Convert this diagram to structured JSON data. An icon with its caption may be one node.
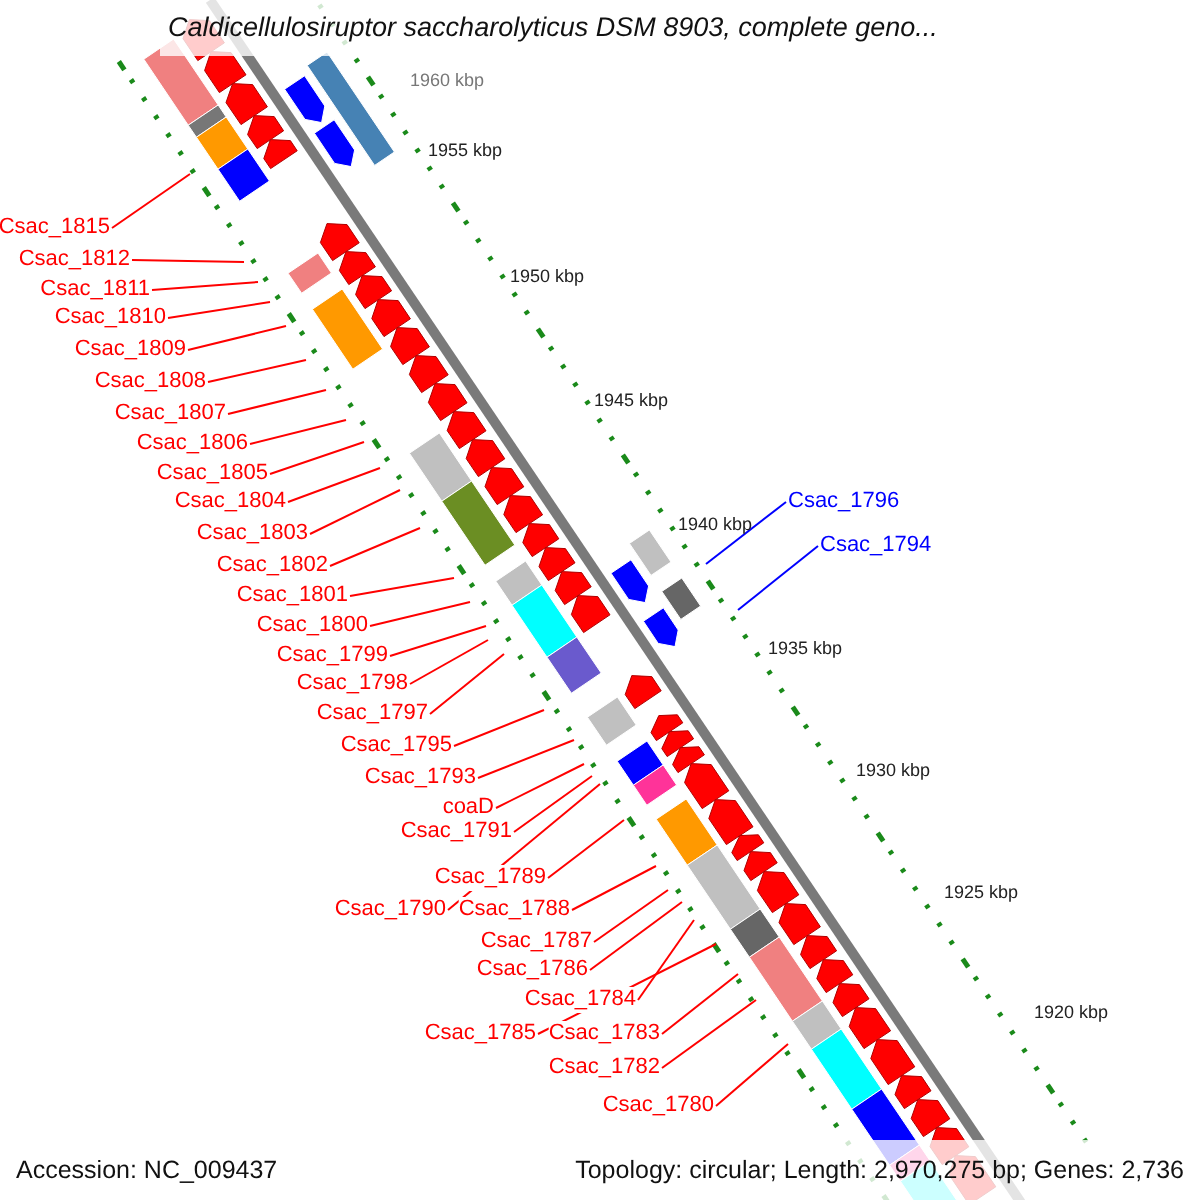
{
  "diagram": {
    "title": "Caldicellulosiruptor saccharolyticus DSM 8903, complete geno...",
    "nodes": [
      {
        "text": [
          "Csac_1815"
        ]
      },
      {
        "text": [
          "Csac_1812"
        ]
      },
      {
        "text": [
          "Csac_1811"
        ]
      },
      {
        "text": [
          "Csac_1810"
        ]
      },
      {
        "text": [
          "Csac_1809"
        ]
      },
      {
        "text": [
          "Csac_1808"
        ]
      },
      {
        "text": [
          "Csac_1807"
        ]
      },
      {
        "text": [
          "Csac_1806"
        ]
      },
      {
        "text": [
          "Csac_1805"
        ]
      },
      {
        "text": [
          "Csac_1804"
        ]
      },
      {
        "text": [
          "Csac_1803"
        ]
      },
      {
        "text": [
          "Csac_1802"
        ]
      },
      {
        "text": [
          "Csac_1801"
        ]
      },
      {
        "text": [
          "Csac_1800"
        ]
      },
      {
        "text": [
          "Csac_1799"
        ]
      },
      {
        "text": [
          "Csac_1798"
        ]
      },
      {
        "text": [
          "Csac_1797"
        ]
      },
      {
        "text": [
          "Csac_1795"
        ]
      },
      {
        "text": [
          "Csac_1793"
        ]
      },
      {
        "text": [
          "coaD"
        ]
      },
      {
        "text": [
          "Csac_1791"
        ]
      },
      {
        "text": [
          "Csac_1790"
        ]
      },
      {
        "text": [
          "Csac_1789"
        ]
      },
      {
        "text": [
          "Csac_1788"
        ]
      },
      {
        "text": [
          "Csac_1787"
        ]
      },
      {
        "text": [
          "Csac_1786"
        ]
      },
      {
        "text": [
          "Csac_1784"
        ]
      },
      {
        "text": [
          "Csac_1785"
        ]
      },
      {
        "text": [
          "Csac_1783"
        ]
      },
      {
        "text": [
          "Csac_1782"
        ]
      },
      {
        "text": [
          "Csac_1780"
        ]
      },
      {
        "text": [
          "Csac_1796"
        ]
      },
      {
        "text": [
          "Csac_1794"
        ]
      }
    ],
    "edges": [
      {
        "from": 0,
        "to": null,
        "arrow": "none"
      },
      {
        "from": 1,
        "to": null,
        "arrow": "none"
      },
      {
        "from": 2,
        "to": null,
        "arrow": "none"
      },
      {
        "from": 3,
        "to": null,
        "arrow": "none"
      },
      {
        "from": 4,
        "to": null,
        "arrow": "none"
      },
      {
        "from": 5,
        "to": null,
        "arrow": "none"
      },
      {
        "from": 6,
        "to": null,
        "arrow": "none"
      },
      {
        "from": 7,
        "to": null,
        "arrow": "none"
      },
      {
        "from": 8,
        "to": null,
        "arrow": "none"
      },
      {
        "from": 9,
        "to": null,
        "arrow": "none"
      },
      {
        "from": 10,
        "to": null,
        "arrow": "none"
      },
      {
        "from": 11,
        "to": null,
        "arrow": "none"
      },
      {
        "from": 12,
        "to": null,
        "arrow": "none"
      },
      {
        "from": 13,
        "to": null,
        "arrow": "none"
      },
      {
        "from": 14,
        "to": null,
        "arrow": "none"
      },
      {
        "from": 15,
        "to": null,
        "arrow": "none"
      },
      {
        "from": 16,
        "to": null,
        "arrow": "none"
      },
      {
        "from": 17,
        "to": null,
        "arrow": "none"
      },
      {
        "from": 18,
        "to": null,
        "arrow": "none"
      },
      {
        "from": 19,
        "to": null,
        "arrow": "none"
      },
      {
        "from": 20,
        "to": null,
        "arrow": "none"
      },
      {
        "from": 21,
        "to": null,
        "arrow": "none"
      },
      {
        "from": 22,
        "to": null,
        "arrow": "none"
      },
      {
        "from": 23,
        "to": null,
        "arrow": "none"
      },
      {
        "from": 24,
        "to": null,
        "arrow": "none"
      },
      {
        "from": 25,
        "to": null,
        "arrow": "none"
      },
      {
        "from": 26,
        "to": null,
        "arrow": "none"
      },
      {
        "from": 27,
        "to": null,
        "arrow": "none"
      },
      {
        "from": 28,
        "to": null,
        "arrow": "none"
      },
      {
        "from": 29,
        "to": null,
        "arrow": "none"
      },
      {
        "from": 30,
        "to": null,
        "arrow": "none"
      },
      {
        "from": 31,
        "to": null,
        "arrow": "none",
        "color": "#0000ff"
      },
      {
        "from": 32,
        "to": null,
        "arrow": "none",
        "color": "#0000ff"
      }
    ],
    "labels": [
      "1960 kbp",
      "1955 kbp",
      "1950 kbp",
      "1945 kbp",
      "1940 kbp",
      "1935 kbp",
      "1930 kbp",
      "1925 kbp",
      "1920 kbp",
      "Accession: NC_009437",
      "Topology: circular; Length: 2,970,275 bp; Genes: 2,736"
    ]
  }
}
